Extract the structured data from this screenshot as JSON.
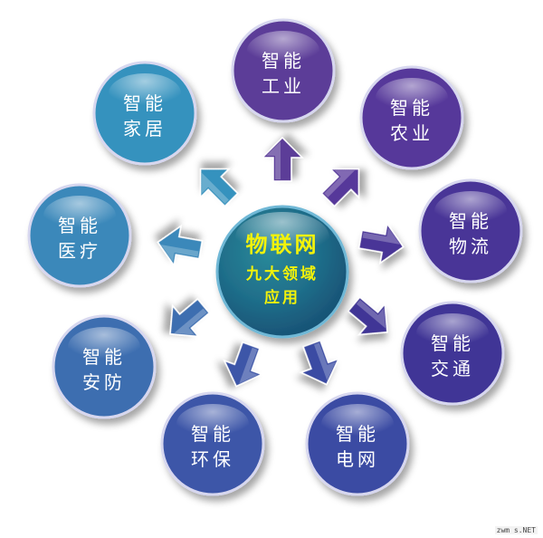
{
  "center": {
    "title": "物联网",
    "line2": "九大领域",
    "line3": "应用"
  },
  "nodes": [
    {
      "l1": "智能",
      "l2": "工业",
      "color": "#5b3e98",
      "icon": "circle"
    },
    {
      "l1": "智能",
      "l2": "农业",
      "color": "#57379a",
      "icon": "circle"
    },
    {
      "l1": "智能",
      "l2": "物流",
      "color": "#4a3597",
      "icon": "circle"
    },
    {
      "l1": "智能",
      "l2": "交通",
      "color": "#3f3596",
      "icon": "circle"
    },
    {
      "l1": "智能",
      "l2": "电网",
      "color": "#3a4ba3",
      "icon": "circle"
    },
    {
      "l1": "智能",
      "l2": "环保",
      "color": "#3c56a8",
      "icon": "circle"
    },
    {
      "l1": "智能",
      "l2": "安防",
      "color": "#3c6eb0",
      "icon": "circle"
    },
    {
      "l1": "智能",
      "l2": "医疗",
      "color": "#3a88ba",
      "icon": "circle"
    },
    {
      "l1": "智能",
      "l2": "家居",
      "color": "#3592be",
      "icon": "circle"
    }
  ],
  "watermark": "zwm s.NET"
}
